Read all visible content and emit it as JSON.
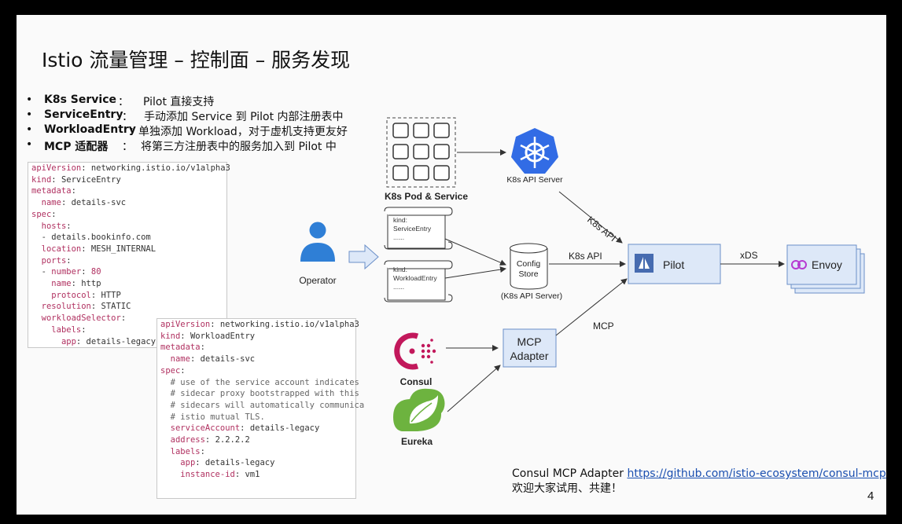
{
  "title": "Istio 流量管理 – 控制面 – 服务发现",
  "bullets": [
    {
      "term": "K8s Service",
      "sep": "：",
      "desc": "Pilot 直接支持"
    },
    {
      "term": "ServiceEntry",
      "sep": "：",
      "desc": "手动添加 Service 到 Pilot 内部注册表中"
    },
    {
      "term": "WorkloadEntry",
      "sep": "：",
      "desc": "单独添加 Workload，对于虚机支持更友好"
    },
    {
      "term": "MCP 适配器",
      "sep": "：",
      "desc": "将第三方注册表中的服务加入到 Pilot 中"
    }
  ],
  "code_service_entry": [
    "apiVersion: networking.istio.io/v1alpha3",
    "kind: ServiceEntry",
    "metadata:",
    "  name: details-svc",
    "spec:",
    "  hosts:",
    "  - details.bookinfo.com",
    "  location: MESH_INTERNAL",
    "  ports:",
    "  - number: 80",
    "    name: http",
    "    protocol: HTTP",
    "  resolution: STATIC",
    "  workloadSelector:",
    "    labels:",
    "      app: details-legacy"
  ],
  "code_workload_entry": [
    "apiVersion: networking.istio.io/v1alpha3",
    "kind: WorkloadEntry",
    "metadata:",
    "  name: details-svc",
    "spec:",
    "  # use of the service account indicates",
    "  # sidecar proxy bootstrapped with this",
    "  # sidecars will automatically communica",
    "  # istio mutual TLS.",
    "  serviceAccount: details-legacy",
    "  address: 2.2.2.2",
    "  labels:",
    "    app: details-legacy",
    "    instance-id: vm1"
  ],
  "diagram": {
    "k8s_pod_service": "K8s Pod & Service",
    "k8s_api_server": "K8s API Server",
    "operator": "Operator",
    "doc1_line1": "kind:",
    "doc1_line2": "ServiceEntry",
    "doc1_line3": "......",
    "doc2_line1": "kind:",
    "doc2_line2": "WorkloadEntry",
    "doc2_line3": "......",
    "config_store_line1": "Config",
    "config_store_line2": "Store",
    "config_store_sub": "(K8s API Server)",
    "edge_k8s_api_diag": "K8s API",
    "edge_k8s_api": "K8s API",
    "pilot": "Pilot",
    "edge_xds": "xDS",
    "envoy": "Envoy",
    "edge_mcp": "MCP",
    "mcp_adapter_line1": "MCP",
    "mcp_adapter_line2": "Adapter",
    "consul": "Consul",
    "eureka": "Eureka"
  },
  "footer": {
    "line1_prefix": "Consul MCP Adapter ",
    "link": "https://github.com/istio-ecosystem/consul-mcp",
    "line2": "欢迎大家试用、共建！"
  },
  "page_number": "4",
  "colors": {
    "k8s_blue": "#326ce5",
    "operator_blue": "#2f7fd6",
    "box_fill": "#dde8f8",
    "box_border": "#6a8fc8",
    "consul_pink": "#c2185b",
    "eureka_green": "#6db33f",
    "link_blue": "#1a4fb0"
  }
}
